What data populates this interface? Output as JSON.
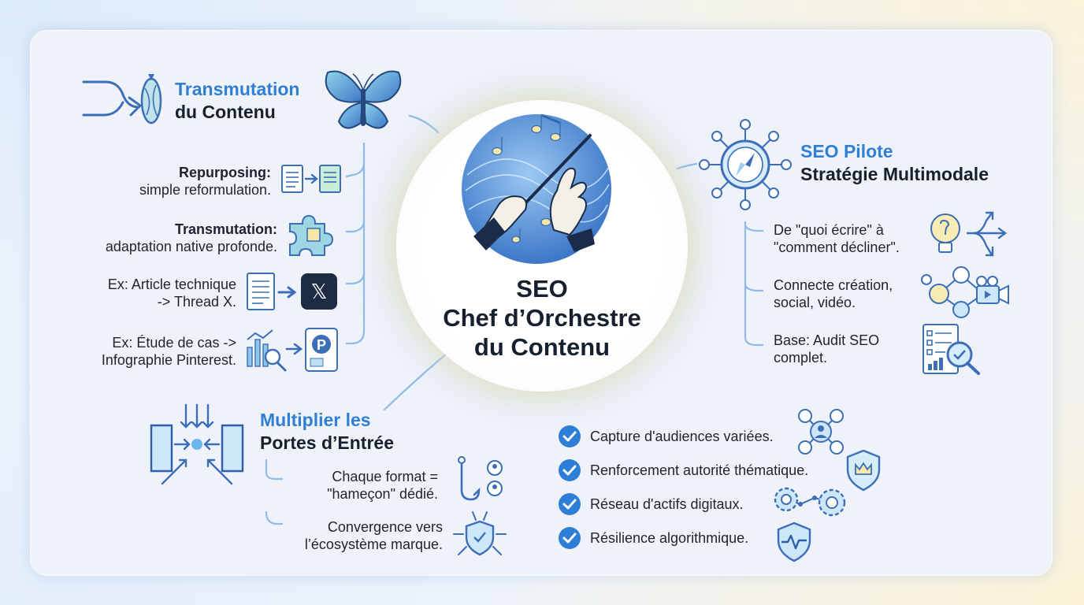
{
  "hub": {
    "line1": "SEO",
    "line2": "Chef d’Orchestre",
    "line3": "du Contenu"
  },
  "transmutation": {
    "title_line1": "Transmutation",
    "title_line2": "du Contenu",
    "items": [
      {
        "bold": "Repurposing:",
        "text": "simple reformulation.",
        "icon": "document-transform-icon"
      },
      {
        "bold": "Transmutation:",
        "text": "adaptation native profonde.",
        "icon": "puzzle-icon"
      },
      {
        "line1": "Ex: Article technique",
        "line2": "-> Thread X.",
        "icon": "x-logo-icon"
      },
      {
        "line1": "Ex: Étude de cas ->",
        "line2": "Infographie Pinterest.",
        "icon": "pinterest-icon"
      }
    ]
  },
  "pilot": {
    "title_line1": "SEO Pilote",
    "title_line2": "Stratégie Multimodale",
    "items": [
      {
        "line1": "De \"quoi écrire\" à",
        "line2": "\"comment décliner\".",
        "icon": "lightbulb-arrows-icon"
      },
      {
        "line1": "Connecte création,",
        "line2": "social, vidéo.",
        "icon": "network-video-icon"
      },
      {
        "line1": "Base: Audit SEO",
        "line2": "complet.",
        "icon": "audit-report-icon"
      }
    ]
  },
  "entry": {
    "title_line1": "Multiplier les",
    "title_line2": "Portes d’Entrée",
    "items": [
      {
        "line1": "Chaque format =",
        "line2": "\"hameçon\" dédié.",
        "icon": "hook-icon"
      },
      {
        "line1": "Convergence vers",
        "line2": "l’écosystème marque.",
        "icon": "shield-converge-icon"
      }
    ]
  },
  "benefits": [
    {
      "text": "Capture d'audiences variées.",
      "icon": "audience-icon"
    },
    {
      "text": "Renforcement autorité thématique.",
      "icon": "crown-shield-icon"
    },
    {
      "text": "Réseau d'actifs digitaux.",
      "icon": "gears-icon"
    },
    {
      "text": "Résilience algorithmique.",
      "icon": "pulse-shield-icon"
    }
  ],
  "colors": {
    "accent": "#2f7fd4",
    "text": "#16202e",
    "connector": "#8fbbe8",
    "check": "#2d7ed6"
  }
}
